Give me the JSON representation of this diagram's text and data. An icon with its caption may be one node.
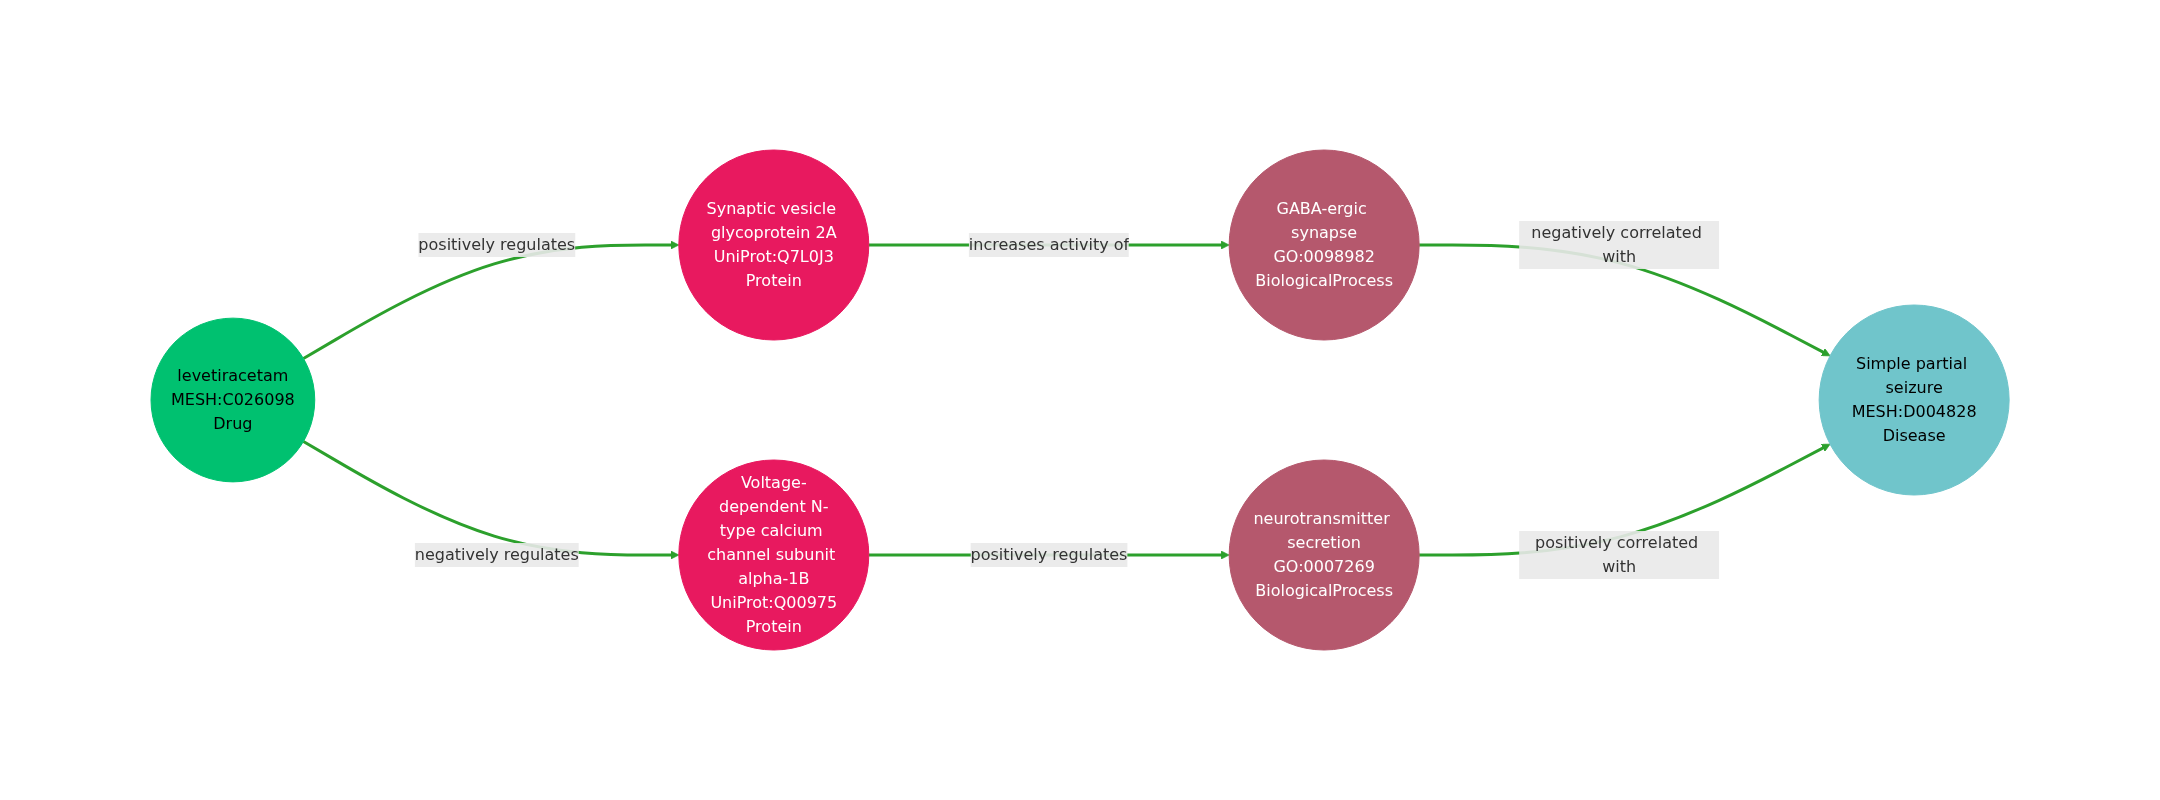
{
  "diagram": {
    "nodes": [
      {
        "text": [
          "levetiracetam",
          "MESH:C026098",
          "Drug"
        ]
      },
      {
        "text": [
          "Synaptic vesicle glycoprotein 2A",
          "UniProt:Q7L0J3",
          "Protein"
        ]
      },
      {
        "text": [
          "Voltage-dependent N-type calcium channel subunit alpha-1B",
          "UniProt:Q00975",
          "Protein"
        ]
      },
      {
        "text": [
          "GABA-ergic synapse",
          "GO:0098982",
          "BiologicalProcess"
        ]
      },
      {
        "text": [
          "neurotransmitter secretion",
          "GO:0007269",
          "BiologicalProcess"
        ]
      },
      {
        "text": [
          "Simple partial seizure",
          "MESH:D004828",
          "Disease"
        ]
      }
    ],
    "edges": [
      {
        "from": 0,
        "to": 1,
        "arrow": "to",
        "label": "positively regulates"
      },
      {
        "from": 0,
        "to": 2,
        "arrow": "to",
        "label": "negatively regulates"
      },
      {
        "from": 1,
        "to": 3,
        "arrow": "to",
        "label": "increases activity of"
      },
      {
        "from": 2,
        "to": 4,
        "arrow": "to",
        "label": "positively regulates"
      },
      {
        "from": 3,
        "to": 5,
        "arrow": "to",
        "label": "negatively correlated with"
      },
      {
        "from": 4,
        "to": 5,
        "arrow": "to",
        "label": "positively correlated with"
      }
    ]
  }
}
